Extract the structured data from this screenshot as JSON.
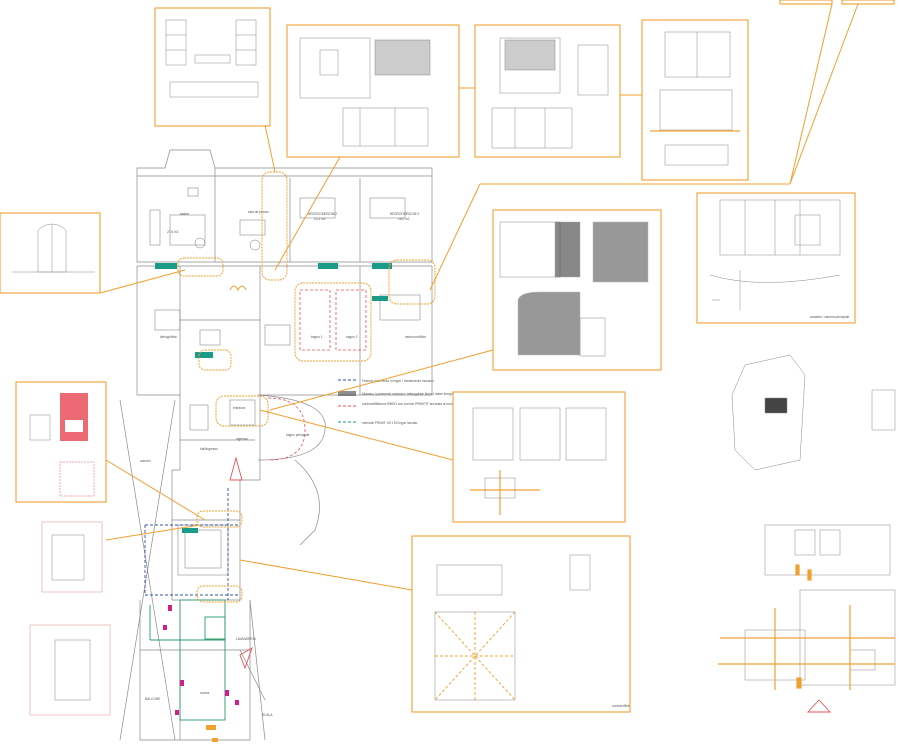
{
  "colors": {
    "orange": "#f0a030",
    "red": "#e8505a",
    "teal": "#1a9a88",
    "grey": "#8a8a8a",
    "blue": "#3050a0",
    "magenta": "#d0208a",
    "green": "#2a9a6a"
  },
  "plan": {
    "rooms": {
      "salon": "salon",
      "salon_area": "27,5 m2",
      "studio": "sala da pranzo",
      "bedroom2": "BEDROOMROOM 2",
      "bedroom2_area": "12,1 m2",
      "bedroom3": "BEDROOMROOM 3",
      "bedroom3_area": "16,0 m2",
      "dining": "dining/office",
      "bath1": "bagno 1",
      "bath2": "bagno 2",
      "master": "bedroom/office",
      "entrance": "entrance",
      "hall": "hall/ingresso",
      "ingresso": "ingresso",
      "bagno_principale": "bagno principale",
      "balcony": "BALCONE",
      "cucina": "cucina",
      "lavanderia": "LAVANDERIA",
      "corridor": "corridor",
      "scala": "SCALA"
    }
  },
  "legend": {
    "items": [
      "Finitura: pavimento in legno / rivestimento mosaico",
      "Mosaico / pavimento ceramico: rettangolare 5mm x lastre integrali",
      "controsoffittatura RIMSO con cornice PRIMITIF ancorata al muro, h = 10 cm su altezza pareti verniciate finiture smalto",
      "mensole PRIMIT. 60 x 60 legno laccato"
    ]
  },
  "sheets": {
    "bottom_label": "cucina/office",
    "detail_label": "armadio / camera principale"
  }
}
